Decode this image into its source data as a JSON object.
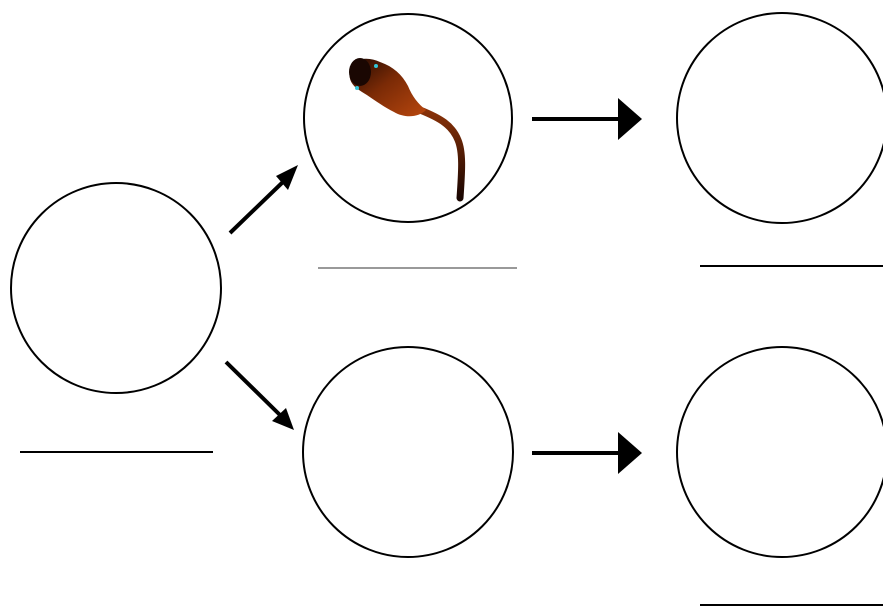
{
  "diagram": {
    "nodes": [
      {
        "id": "source",
        "content": "empty",
        "answer_blank": ""
      },
      {
        "id": "upper-middle",
        "content": "sperm-cell-image",
        "answer_blank": ""
      },
      {
        "id": "upper-right",
        "content": "empty",
        "answer_blank": ""
      },
      {
        "id": "lower-middle",
        "content": "empty",
        "answer_blank": ""
      },
      {
        "id": "lower-right",
        "content": "empty",
        "answer_blank": ""
      }
    ],
    "arrows": [
      {
        "from": "source",
        "to": "upper-middle"
      },
      {
        "from": "source",
        "to": "lower-middle"
      },
      {
        "from": "upper-middle",
        "to": "upper-right"
      },
      {
        "from": "lower-middle",
        "to": "lower-right"
      }
    ],
    "colors": {
      "stroke": "#000000",
      "blank_line_dark": "#000000",
      "blank_line_light": "#999999",
      "sperm_head": "#3a1204",
      "sperm_body": "#a33a0a",
      "sperm_tail": "#2a0e02",
      "sperm_dots": "#33c6d9"
    },
    "icons": [
      "arrow-right-icon",
      "arrow-diagonal-icon",
      "sperm-cell-icon"
    ]
  }
}
